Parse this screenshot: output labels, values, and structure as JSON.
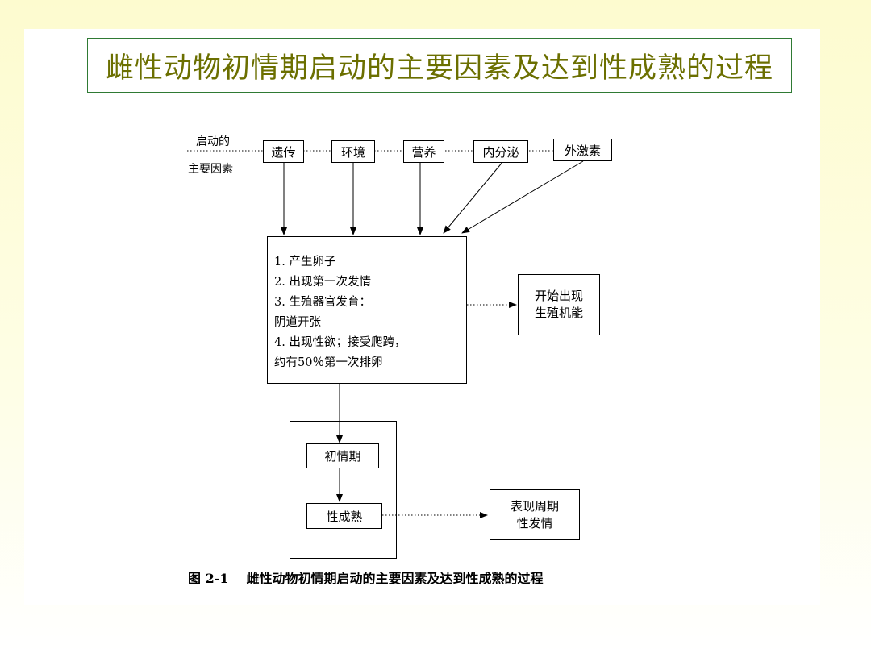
{
  "slide": {
    "title": "雌性动物初情期启动的主要因素及达到性成熟的过程",
    "accent_color": "#6b6f00",
    "border_color": "#2f7a34"
  },
  "diagram": {
    "factors_label_line1": "启动的",
    "factors_label_line2": "主要因素",
    "factors": [
      "遗传",
      "环境",
      "营养",
      "内分泌",
      "外激素"
    ],
    "main_box_items": [
      "1.  产生卵子",
      "2.  出现第一次发情",
      "3.  生殖器官发育：",
      "     阴道开张",
      "4.  出现性欲；接受爬跨，",
      "     约有50％第一次排卵"
    ],
    "reproductive_box": [
      "开始出现",
      "生殖机能"
    ],
    "puberty_label": "初情期",
    "maturity_label": "性成熟",
    "cycle_box": [
      "表现周期",
      "性发情"
    ],
    "caption_number": "图 2-1",
    "caption_text": "雌性动物初情期启动的主要因素及达到性成熟的过程"
  }
}
